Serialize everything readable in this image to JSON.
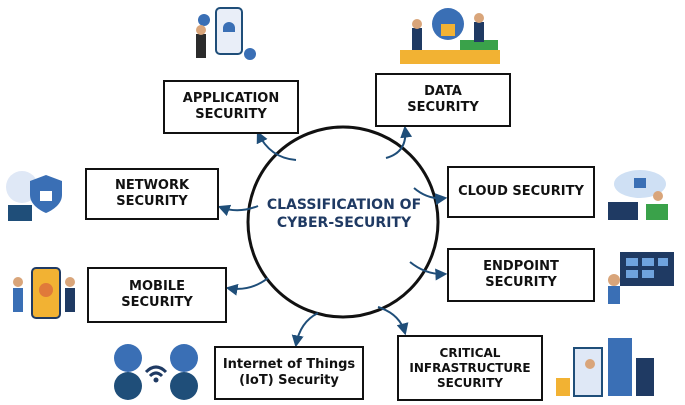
{
  "center": {
    "line1": "CLASSIFICATION OF",
    "line2": "CYBER-SECURITY",
    "text_color": "#1f3a63"
  },
  "categories": [
    {
      "line1": "APPLICATION",
      "line2": "SECURITY"
    },
    {
      "line1": "DATA",
      "line2": "SECURITY"
    },
    {
      "line1": "NETWORK",
      "line2": "SECURITY"
    },
    {
      "line1": "CLOUD SECURITY",
      "line2": ""
    },
    {
      "line1": "ENDPOINT",
      "line2": "SECURITY"
    },
    {
      "line1": "MOBILE",
      "line2": "SECURITY"
    },
    {
      "line1": "Internet of Things",
      "line2": "(IoT) Security"
    },
    {
      "line1": "CRITICAL",
      "line2": "INFRASTRUCTURE",
      "line3": "SECURITY"
    }
  ],
  "colors": {
    "arrow": "#1f4e79",
    "border": "#111111",
    "accent_blue": "#3a6fb5",
    "accent_yellow": "#f2b233"
  },
  "icons": [
    "app-security-illustration",
    "data-security-illustration",
    "network-security-illustration",
    "cloud-security-illustration",
    "endpoint-security-illustration",
    "mobile-security-illustration",
    "iot-security-illustration",
    "critical-infrastructure-illustration"
  ]
}
